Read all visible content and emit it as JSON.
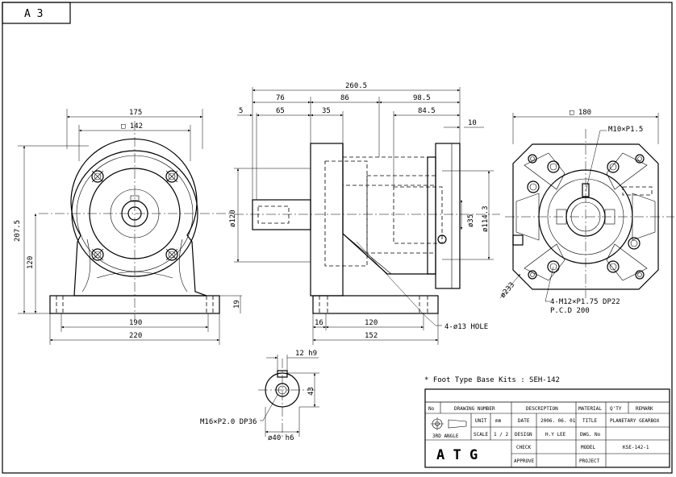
{
  "sheet": {
    "size_label": "A 3"
  },
  "front_view": {
    "width_top": "175",
    "square": "□ 142",
    "height_total": "207.5",
    "height_center": "120",
    "foot_inner": "190",
    "foot_outer": "220",
    "foot_thick": "19"
  },
  "side_view": {
    "total": "260.5",
    "seg_76": "76",
    "seg_86": "86",
    "seg_98": "98.5",
    "seg_5": "5",
    "seg_65": "65",
    "seg_35": "35",
    "seg_84": "84.5",
    "seg_10": "10",
    "dia_120": "ø120",
    "dia_35": "ø35",
    "dia_114": "ø114.3",
    "base_16": "16",
    "base_120": "120",
    "base_152": "152",
    "hole_note": "4-ø13 HOLE"
  },
  "flange_view": {
    "square": "□ 180",
    "tap_top": "M10×P1.5",
    "tap_note": "4-M12×P1.75 DP22",
    "pcd": "P.C.D 200",
    "dia": "ø233"
  },
  "shaft_view": {
    "key": "12 h9",
    "height": "43",
    "tap": "M16×P2.0 DP36",
    "dia": "ø40 h6"
  },
  "note": "* Foot Type Base Kits : SEH-142",
  "title_block": {
    "headers": {
      "no": "No",
      "drawing_number": "DRAWING NUMBER",
      "description": "DESCRIPTION",
      "material": "MATERIAL",
      "qty": "Q'TY",
      "remark": "REMARK"
    },
    "projection": "3RD ANGLE",
    "unit_label": "UNIT",
    "unit_value": "mm",
    "scale_label": "SCALE",
    "scale_value": "1 / 2",
    "date_label": "DATE",
    "date_value": "2006. 06. 01",
    "design_label": "DESIGN",
    "design_value": "H.Y LEE",
    "check_label": "CHECK",
    "approve_label": "APPROVE",
    "title_label": "TITLE",
    "title_value": "PLANETARY GEARBOX",
    "dwg_label": "DWG. No",
    "model_label": "MODEL",
    "model_value": "KSE-142-1",
    "project_label": "PROJECT",
    "logo": "A T G"
  }
}
